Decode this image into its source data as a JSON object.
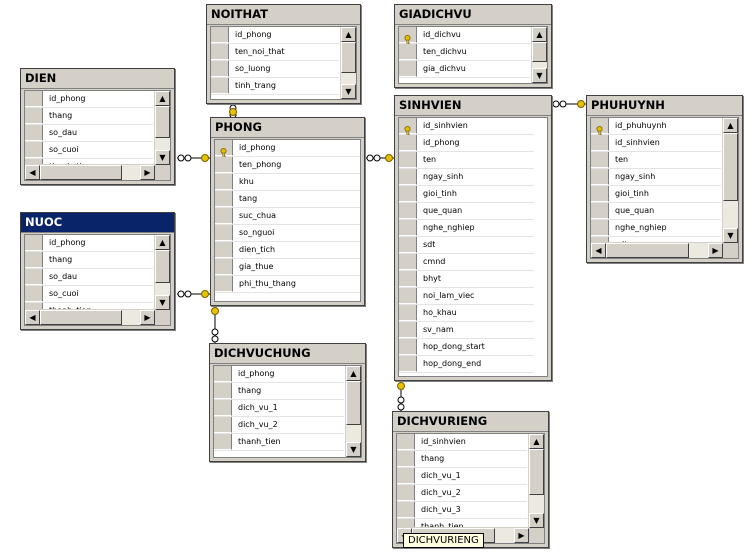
{
  "tables": [
    {
      "id": "noithat",
      "title": "NOITHAT",
      "columns": [
        "id_phong",
        "ten_noi_that",
        "so_luong",
        "tinh_trang"
      ],
      "pk": [],
      "selected": false
    },
    {
      "id": "giadichvu",
      "title": "GIADICHVU",
      "columns": [
        "id_dichvu",
        "ten_dichvu",
        "gia_dichvu"
      ],
      "pk": [
        0
      ],
      "selected": false
    },
    {
      "id": "dien",
      "title": "DIEN",
      "columns": [
        "id_phong",
        "thang",
        "so_dau",
        "so_cuoi",
        "thanh_tien"
      ],
      "pk": [],
      "selected": false
    },
    {
      "id": "phong",
      "title": "PHONG",
      "columns": [
        "id_phong",
        "ten_phong",
        "khu",
        "tang",
        "suc_chua",
        "so_nguoi",
        "dien_tich",
        "gia_thue",
        "phi_thu_thang"
      ],
      "pk": [
        0
      ],
      "selected": false
    },
    {
      "id": "sinhvien",
      "title": "SINHVIEN",
      "columns": [
        "id_sinhvien",
        "id_phong",
        "ten",
        "ngay_sinh",
        "gioi_tinh",
        "que_quan",
        "nghe_nghiep",
        "sdt",
        "cmnd",
        "bhyt",
        "noi_lam_viec",
        "ho_khau",
        "sv_nam",
        "hop_dong_start",
        "hop_dong_end"
      ],
      "pk": [
        0
      ],
      "selected": false
    },
    {
      "id": "phuhuynh",
      "title": "PHUHUYNH",
      "columns": [
        "id_phuhuynh",
        "id_sinhvien",
        "ten",
        "ngay_sinh",
        "gioi_tinh",
        "que_quan",
        "nghe_nghiep",
        "sdt"
      ],
      "pk": [
        0
      ],
      "selected": false
    },
    {
      "id": "nuoc",
      "title": "NUOC",
      "columns": [
        "id_phong",
        "thang",
        "so_dau",
        "so_cuoi",
        "thanh_tien"
      ],
      "pk": [],
      "selected": true
    },
    {
      "id": "dichvuchung",
      "title": "DICHVUCHUNG",
      "columns": [
        "id_phong",
        "thang",
        "dich_vu_1",
        "dich_vu_2",
        "thanh_tien"
      ],
      "pk": [],
      "selected": false
    },
    {
      "id": "dichvurieng",
      "title": "DICHVURIENG",
      "columns": [
        "id_sinhvien",
        "thang",
        "dich_vu_1",
        "dich_vu_2",
        "dich_vu_3",
        "thanh_tien"
      ],
      "pk": [],
      "selected": false
    }
  ],
  "tooltip": "DICHVURIENG",
  "colors": {
    "selected_title": "#0a246a",
    "key_icon": "#e8c000",
    "link": "#000000"
  }
}
